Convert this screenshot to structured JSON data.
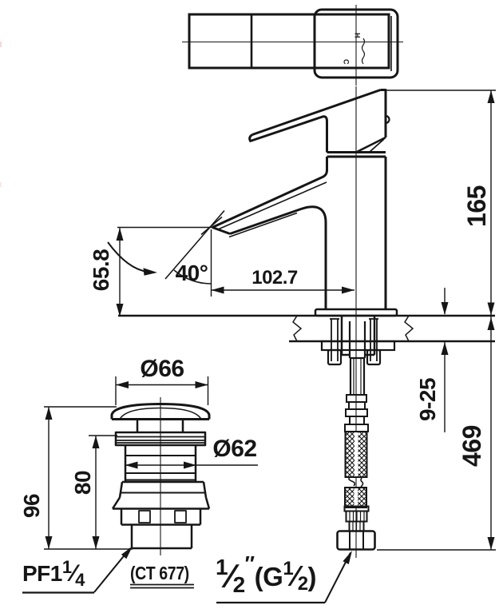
{
  "drawing": {
    "type": "faucet-technical-dimension-drawing",
    "background": "#ffffff",
    "line_color": "#161616"
  },
  "dimensions": {
    "overall_height": "165",
    "supply_overall_length": "469",
    "deck_thickness_range": "9-25",
    "spout_height": "65.8",
    "spout_reach": "102.7",
    "spout_angle": "40°",
    "drain_flange_diameter": "Ø66",
    "drain_body_diameter": "Ø62",
    "drain_total_height": "96",
    "drain_body_height": "80"
  },
  "labels": {
    "drain_thread": {
      "prefix": "PF1",
      "numerator": "1",
      "slash": "⁄",
      "denominator": "4"
    },
    "model_code": "(CT 677)",
    "supply_thread": {
      "numerator1": "1",
      "slash": "⁄",
      "denominator1": "2",
      "inch_mark": "″",
      "open": "(G",
      "numerator2": "1",
      "denominator2": "2",
      "close": ")"
    }
  },
  "markings": {
    "hot": "H",
    "cold": "C"
  }
}
